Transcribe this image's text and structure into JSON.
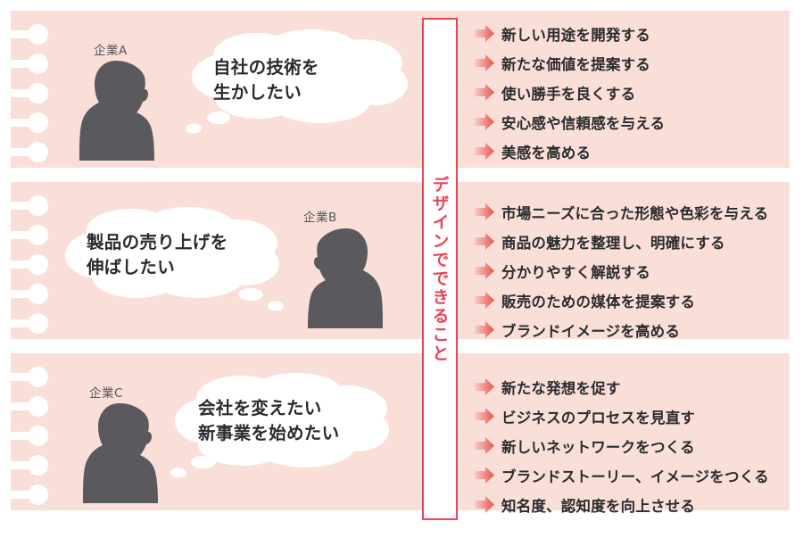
{
  "colors": {
    "panel_bg": "#fadfd8",
    "page_bg": "#ffffff",
    "accent_red": "#e8455a",
    "silhouette": "#5a5a5e",
    "text_dark": "#2b2b2f",
    "label_gray": "#55555a",
    "bubble_white": "#ffffff"
  },
  "center_label": {
    "text": "デザインでできること",
    "orientation": "vertical"
  },
  "rows": [
    {
      "id": "row-a",
      "person_label": "企業A",
      "person_side": "left",
      "bubble_text": "自社の技術を\n生かしたい",
      "items": [
        "新しい用途を開発する",
        "新たな価値を提案する",
        "使い勝手を良くする",
        "安心感や信頼感を与える",
        "美感を高める"
      ]
    },
    {
      "id": "row-b",
      "person_label": "企業B",
      "person_side": "right",
      "bubble_text": "製品の売り上げを\n伸ばしたい",
      "items": [
        "市場ニーズに合った形態や色彩を与える",
        "商品の魅力を整理し、明確にする",
        "分かりやすく解説する",
        "販売のための媒体を提案する",
        "ブランドイメージを高める"
      ]
    },
    {
      "id": "row-c",
      "person_label": "企業C",
      "person_side": "left",
      "bubble_text": "会社を変えたい\n新事業を始めたい",
      "items": [
        "新たな発想を促す",
        "ビジネスのプロセスを見直す",
        "新しいネットワークをつくる",
        "ブランドストーリー、イメージをつくる",
        "知名度、認知度を向上させる"
      ]
    }
  ],
  "icons": {
    "arrow": "right-arrow-icon",
    "notch": "keyhole-notch-icon",
    "person": "person-silhouette-icon",
    "bubble": "thought-bubble-icon"
  }
}
